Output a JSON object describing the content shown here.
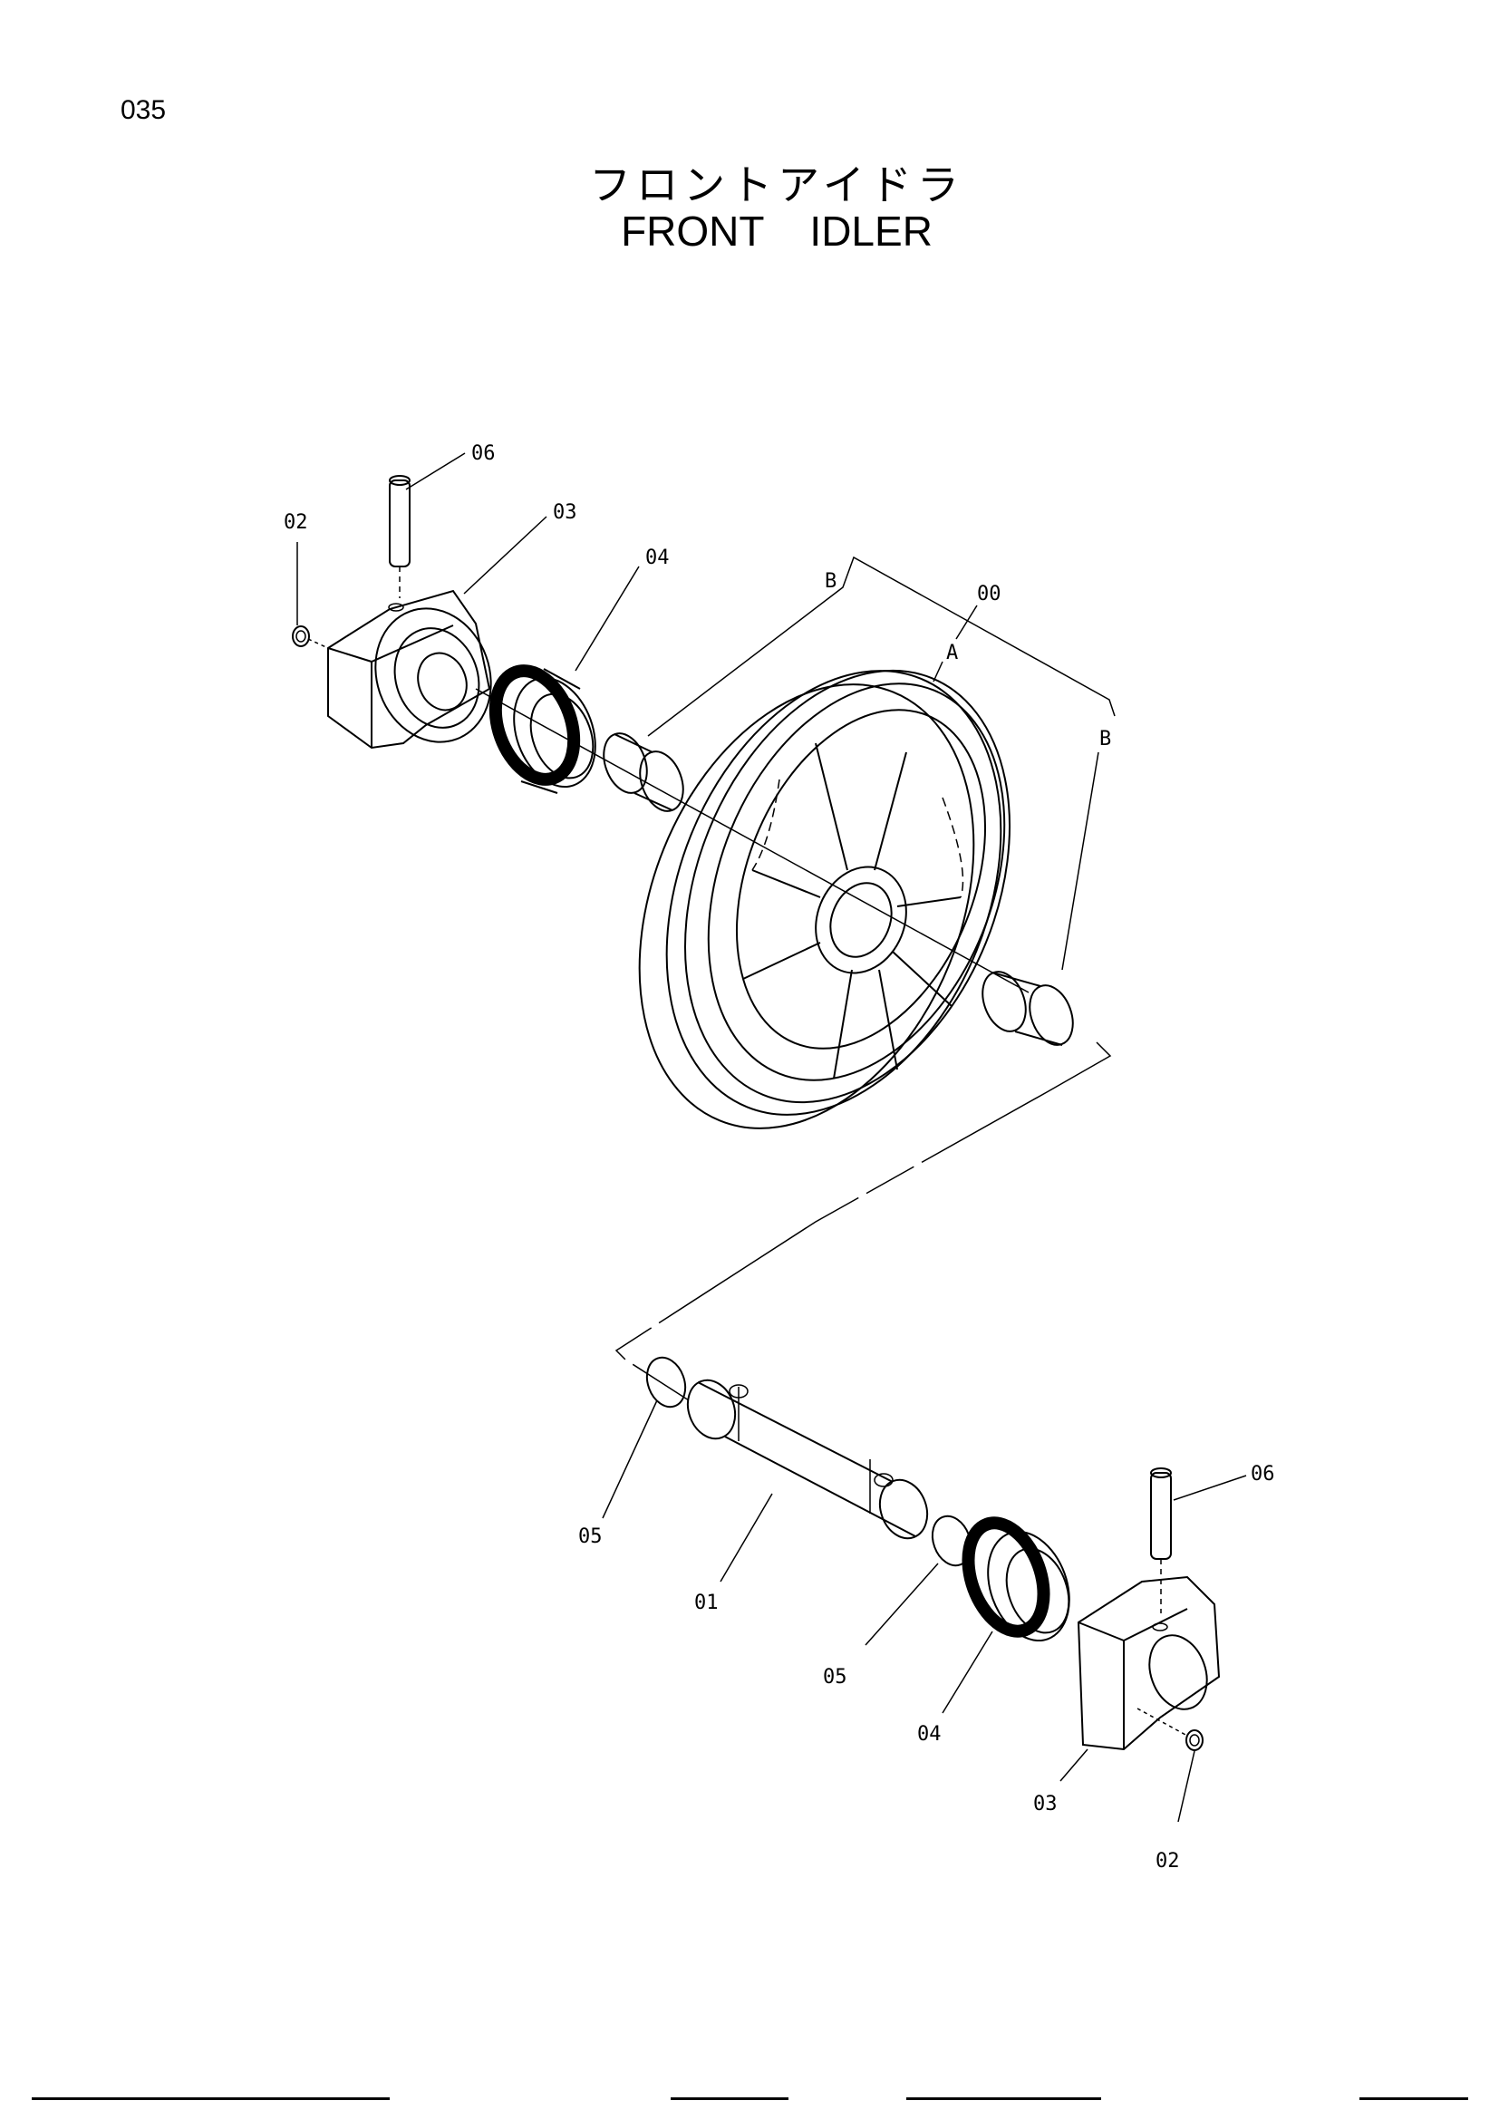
{
  "page_number": "035",
  "title_ja": "フロントアイドラ",
  "title_en": "FRONT IDLER",
  "callouts": {
    "c00": "00",
    "cA": "A",
    "cB1": "B",
    "cB2": "B",
    "c01": "01",
    "c02_top": "02",
    "c02_bot": "02",
    "c03_top": "03",
    "c03_bot": "03",
    "c04_top": "04",
    "c04_bot": "04",
    "c05_left": "05",
    "c05_right": "05",
    "c06_top": "06",
    "c06_bot": "06"
  }
}
